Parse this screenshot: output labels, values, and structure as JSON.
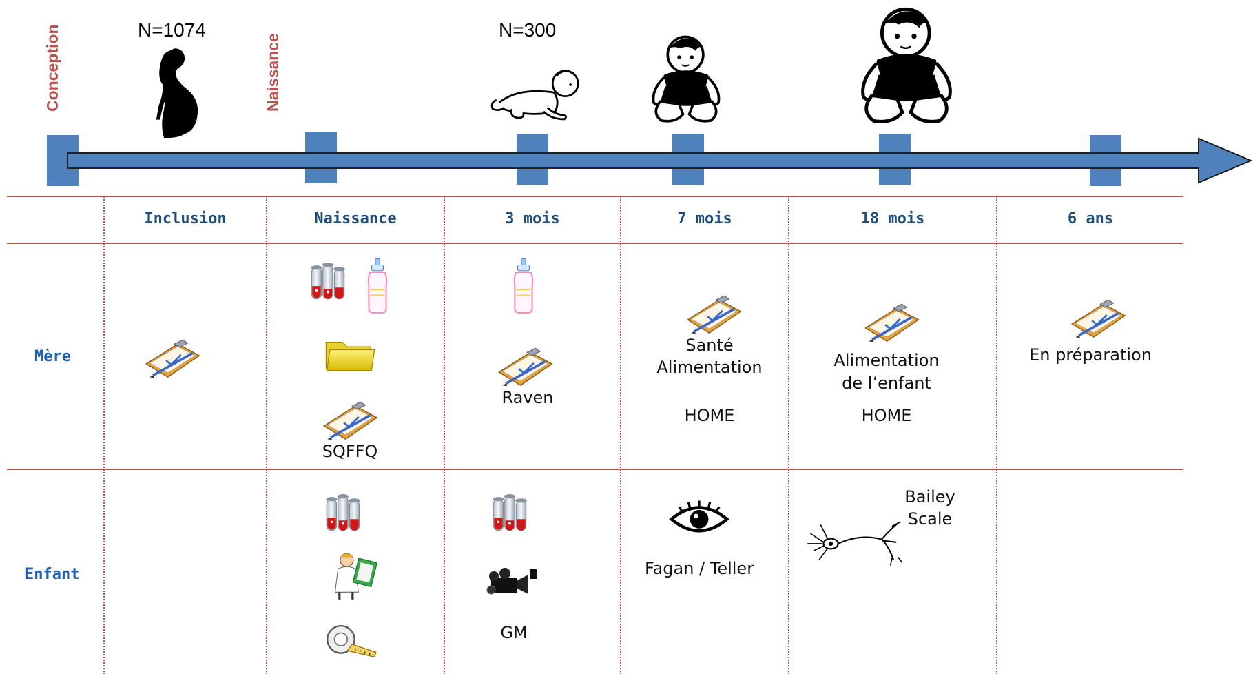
{
  "timeline": {
    "event_labels": {
      "conception": "Conception",
      "birth": "Naissance"
    },
    "counts": {
      "inclusion": "N=1074",
      "three_months": "N=300"
    },
    "colors": {
      "axis": "#4f81bd",
      "grid": "#c0504d",
      "header_text": "#1f4e79",
      "row_label": "#1f5fb4"
    }
  },
  "table": {
    "columns": [
      "Inclusion",
      "Naissance",
      "3 mois",
      "7 mois",
      "18 mois",
      "6 ans"
    ],
    "rows": {
      "mother": "Mère",
      "child": "Enfant"
    }
  },
  "mother": {
    "birth": {
      "questionnaire": "SQFFQ",
      "icons": [
        "blood-tubes-icon",
        "baby-bottle-icon",
        "folder-icon",
        "clipboard-icon"
      ]
    },
    "three_months": {
      "label": "Raven",
      "icons": [
        "baby-bottle-icon",
        "clipboard-icon"
      ]
    },
    "seven_months": {
      "line1": "Santé",
      "line2": "Alimentation",
      "home": "HOME"
    },
    "eighteen_months": {
      "line1": "Alimentation",
      "line2": "de l’enfant",
      "home": "HOME"
    },
    "six_years": {
      "label": "En préparation"
    }
  },
  "child": {
    "birth": {
      "icons": [
        "blood-tubes-icon",
        "doctor-clipboard-icon",
        "tape-measure-icon"
      ]
    },
    "three_months": {
      "label": "GM",
      "icons": [
        "blood-tubes-icon",
        "video-camera-icon"
      ]
    },
    "seven_months": {
      "label": "Fagan / Teller",
      "icons": [
        "eye-icon"
      ]
    },
    "eighteen_months": {
      "line1": "Bailey",
      "line2": "Scale",
      "icons": [
        "neuron-icon"
      ]
    }
  }
}
